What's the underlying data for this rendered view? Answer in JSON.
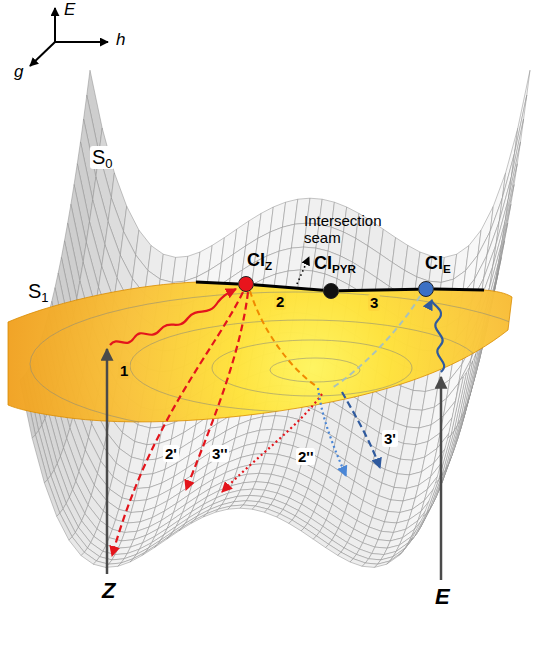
{
  "diagram": {
    "nodes": [
      {
        "text": [
          "CIZ"
        ]
      },
      {
        "text": [
          "CIPYR"
        ]
      },
      {
        "text": [
          "CIE"
        ]
      }
    ],
    "edges": [
      {
        "from": 0,
        "to": 1,
        "arrow": "none"
      },
      {
        "from": 1,
        "to": 2,
        "arrow": "none"
      }
    ],
    "labels": [
      "E",
      "g",
      "h",
      "S0",
      "S1",
      "Intersection seam",
      "1",
      "2",
      "3",
      "2'",
      "3''",
      "2''",
      "3'",
      "Z",
      "E"
    ]
  }
}
